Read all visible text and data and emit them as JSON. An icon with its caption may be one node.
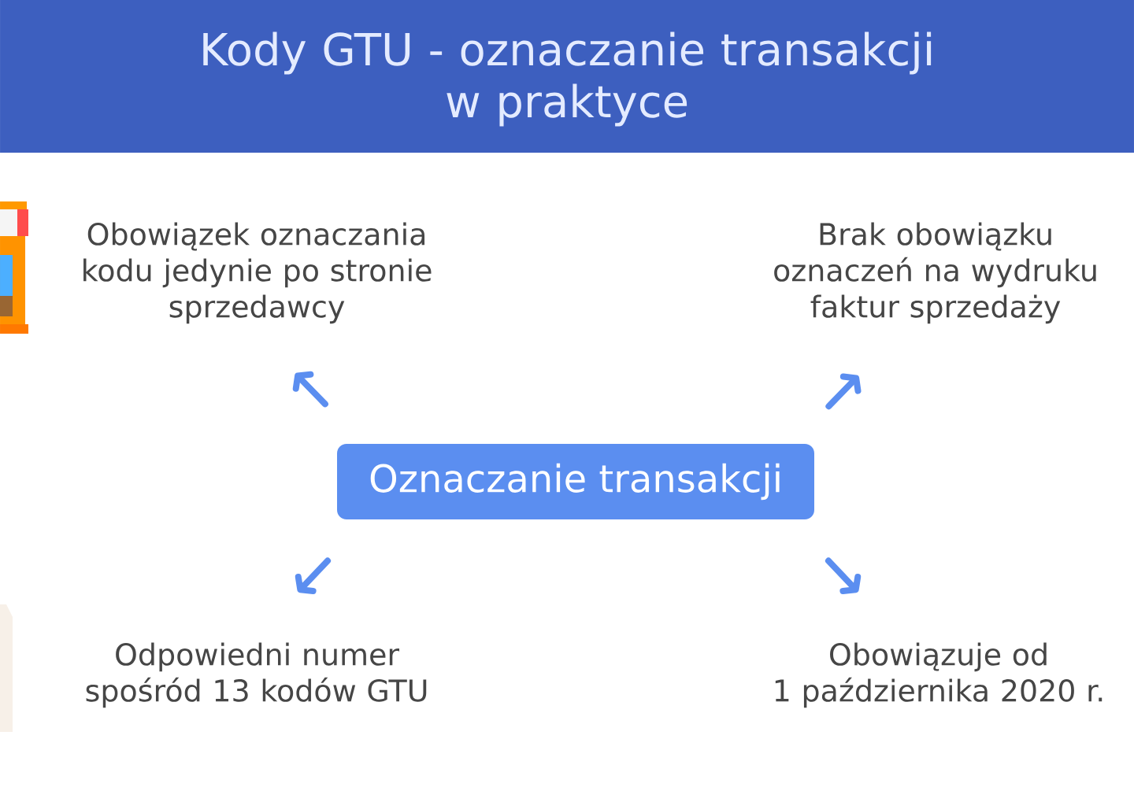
{
  "diagram": {
    "title": "Kody GTU - oznaczanie transakcji w praktyce",
    "nodes": [
      {
        "text": [
          "Obowiązek oznaczania kodu jedynie po stronie sprzedawcy"
        ]
      },
      {
        "text": [
          "Brak obowiązku oznaczeń na wydruku faktur sprzedaży"
        ]
      },
      {
        "text": [
          "Oznaczanie transakcji"
        ]
      },
      {
        "text": [
          "Odpowiedni numer spośród 13 kodów GTU"
        ]
      },
      {
        "text": [
          "Obowiązuje od 1 października 2020 r."
        ]
      }
    ],
    "edges": [
      {
        "from": 2,
        "to": 0,
        "arrow": "to"
      },
      {
        "from": 2,
        "to": 1,
        "arrow": "to"
      },
      {
        "from": 2,
        "to": 3,
        "arrow": "to"
      },
      {
        "from": 2,
        "to": 4,
        "arrow": "to"
      }
    ]
  }
}
